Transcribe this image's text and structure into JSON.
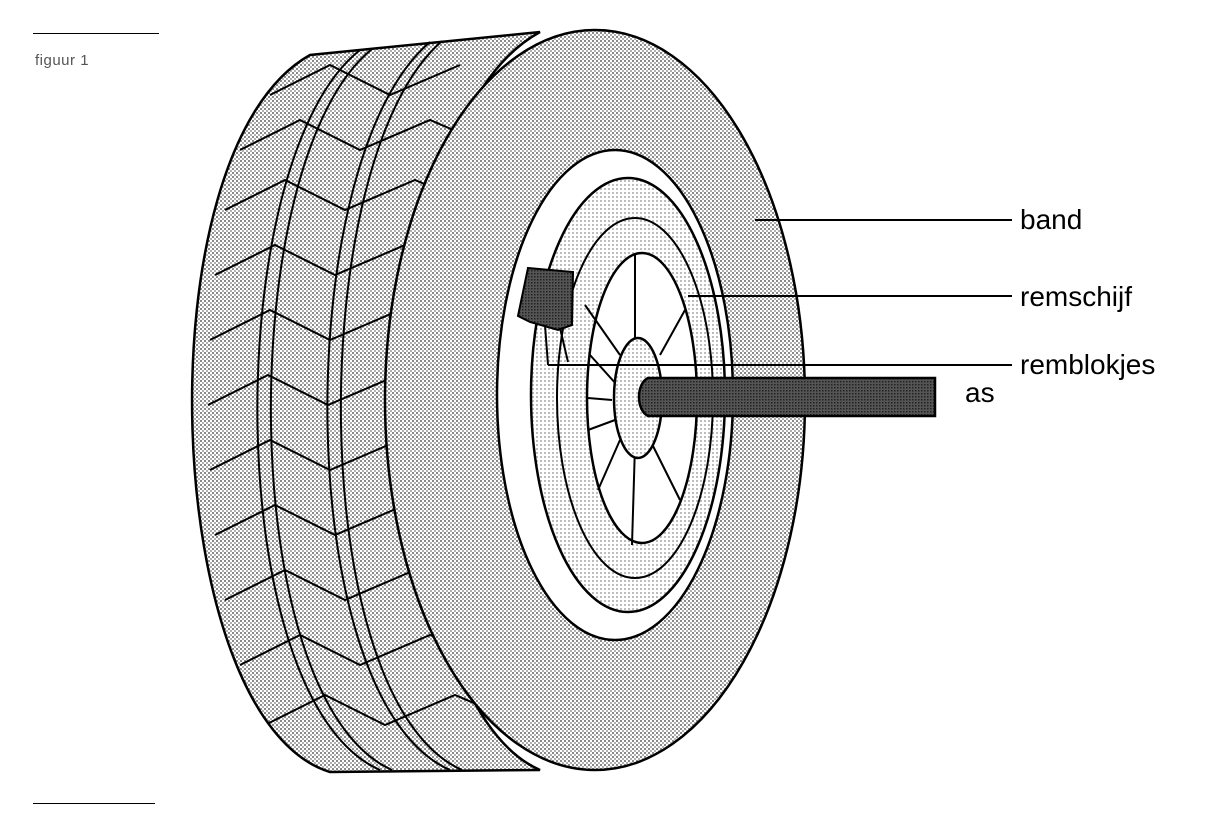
{
  "figure": {
    "caption": "figuur 1"
  },
  "labels": {
    "band": "band",
    "remschijf": "remschijf",
    "remblokjes": "remblokjes",
    "as": "as"
  }
}
